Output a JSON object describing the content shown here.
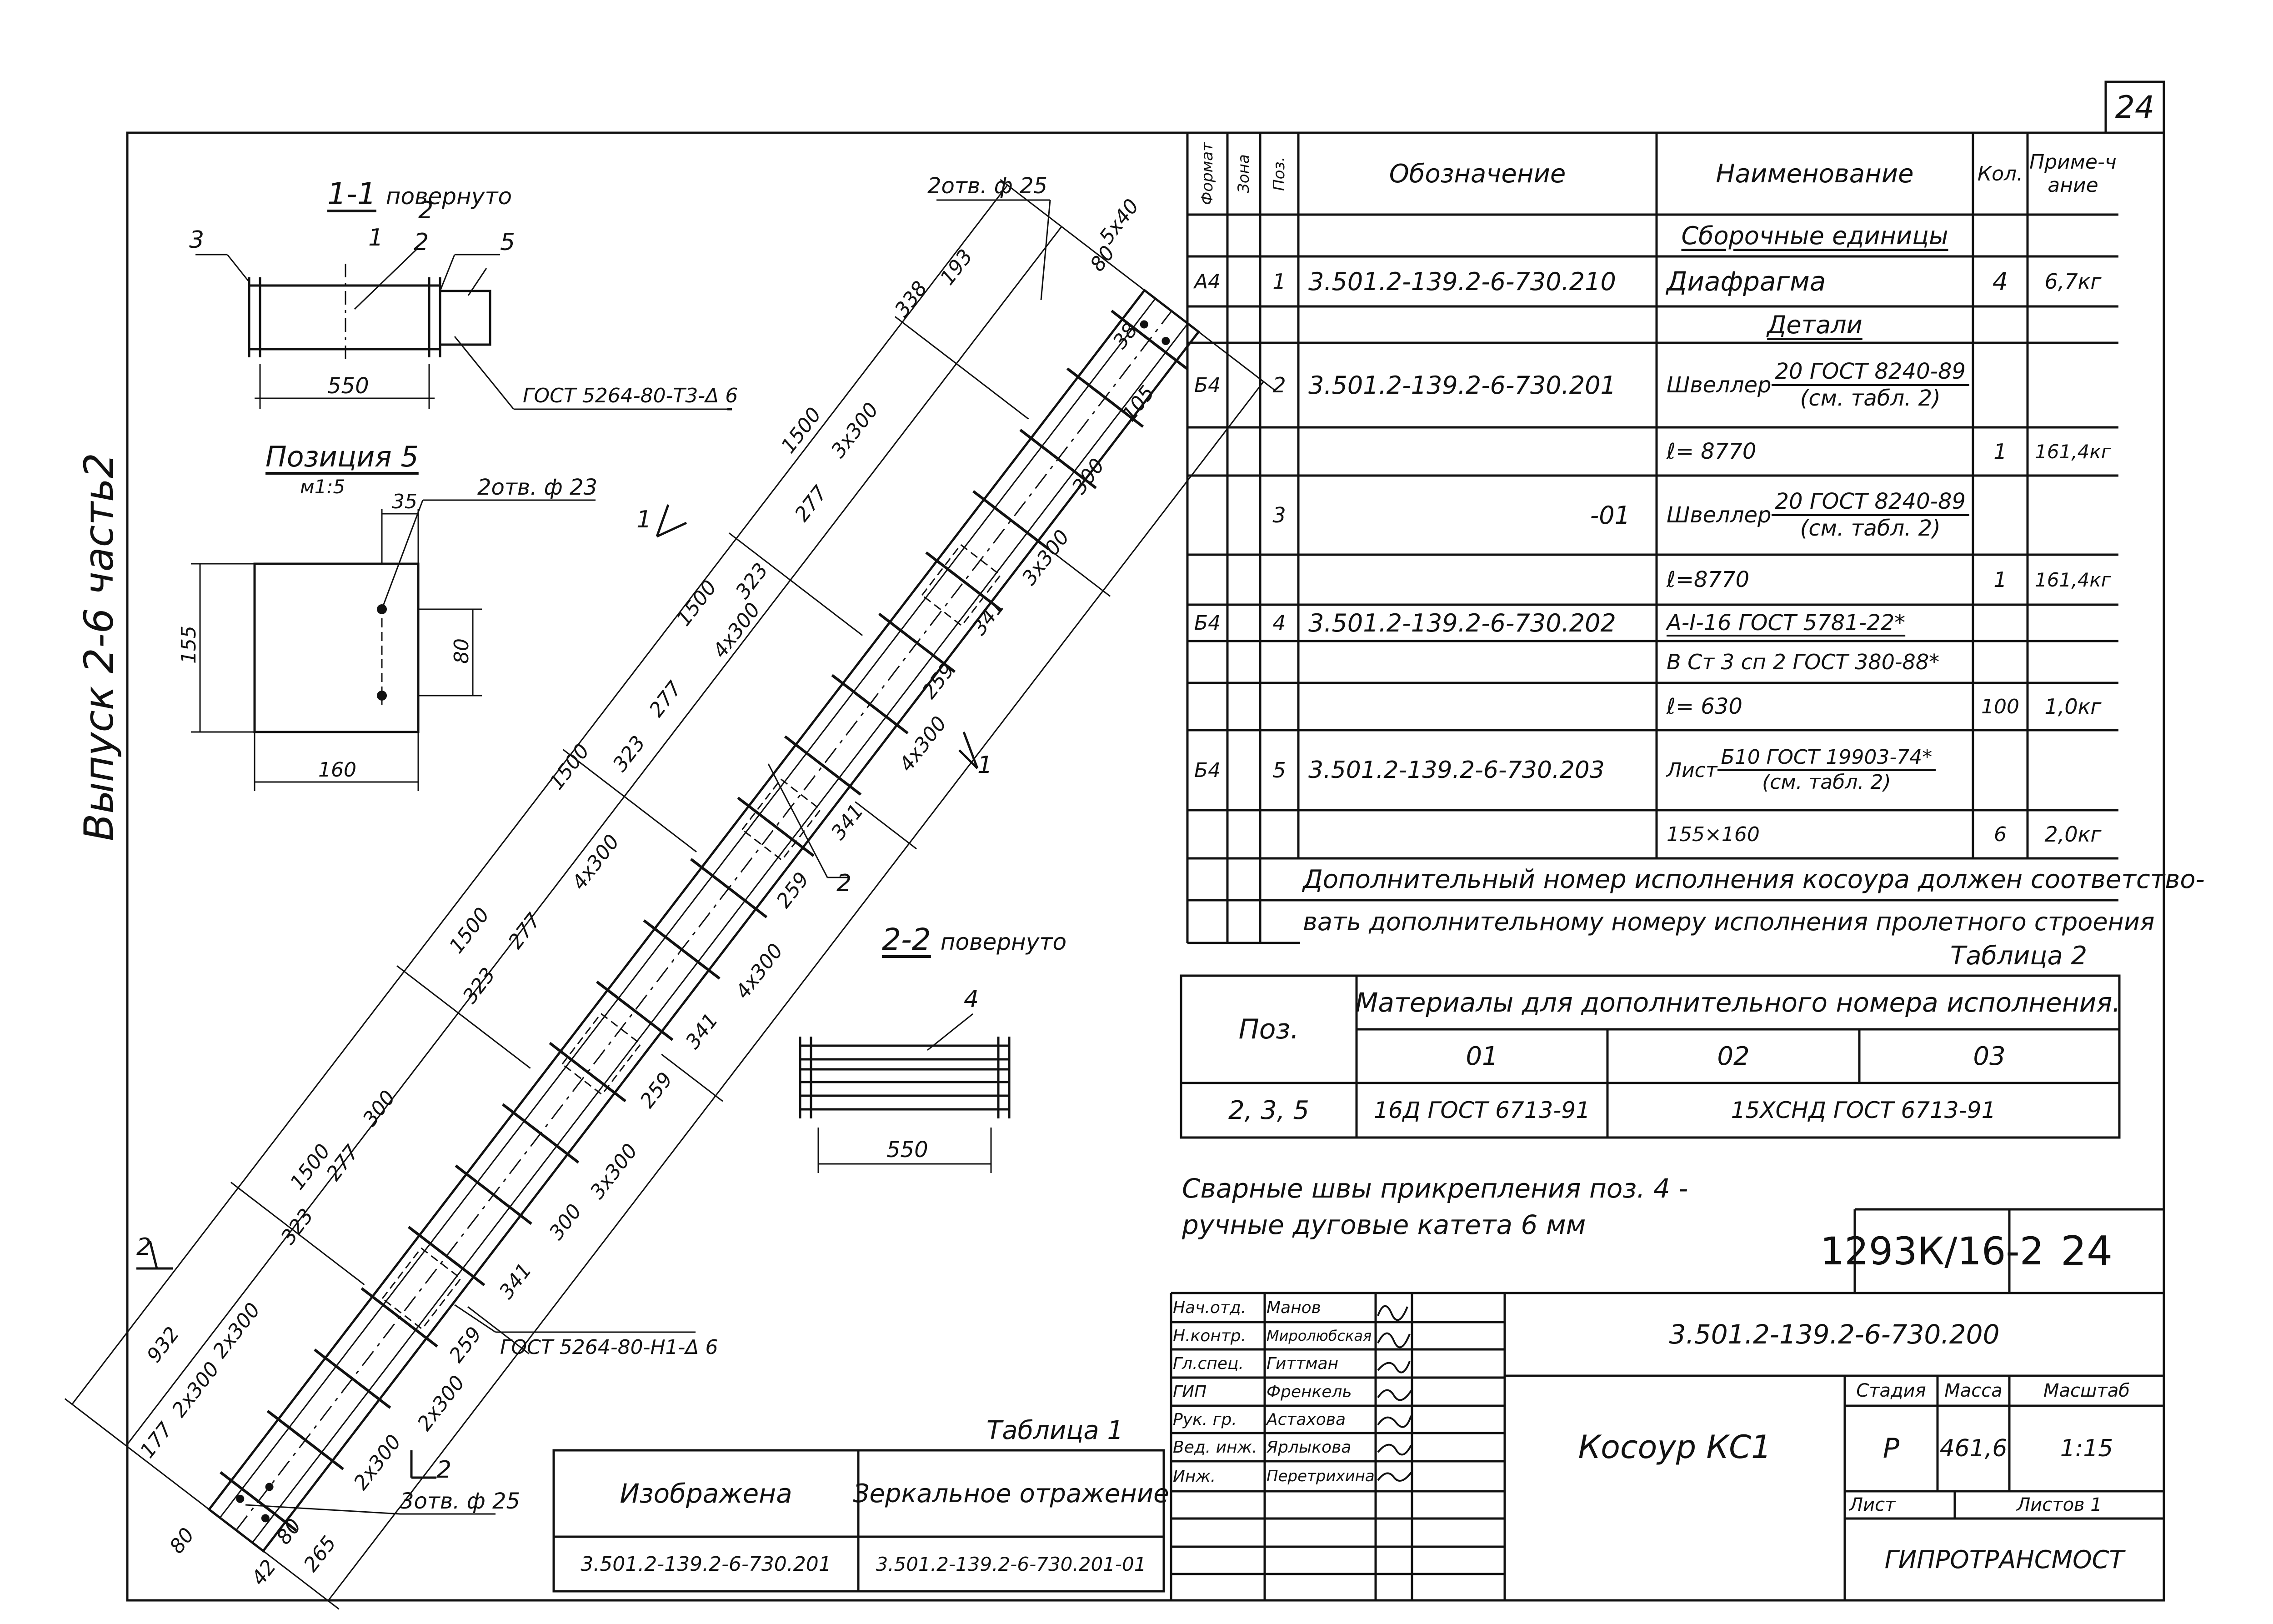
{
  "sheet_number": "24",
  "side_label": "Выпуск 2-6 часть2",
  "section_1_1": {
    "title": "1-1",
    "title_suffix": "повернуто",
    "width": "550",
    "callouts": [
      "1",
      "2",
      "3",
      "5"
    ],
    "weld_note": "ГОСТ 5264-80-Т3-Δ 6"
  },
  "position_5": {
    "title": "Позиция 5",
    "scale": "м1:5",
    "dims": [
      "35",
      "155",
      "80",
      "160"
    ],
    "holes": "2отв. ф 23"
  },
  "section_2_2": {
    "title": "2-2",
    "title_suffix": "повернуто",
    "width": "550",
    "callout": "4"
  },
  "main_view": {
    "holes_top": "2отв. ф 25",
    "holes_bottom": "3отв. ф 25",
    "weld_bottom": "ГОСТ 5264-80-Н1-Δ 6",
    "section_marks": [
      "1",
      "1",
      "2",
      "2"
    ],
    "top_dims": [
      "5х40",
      "80",
      "38",
      "105",
      "193",
      "338"
    ],
    "left_dims": [
      "1500",
      "1500",
      "1500",
      "1500",
      "1500",
      "932",
      "177"
    ],
    "left_inner": [
      "3х300",
      "323",
      "277",
      "4х300",
      "323",
      "277",
      "4х300",
      "277",
      "323",
      "300",
      "277",
      "323",
      "2х300",
      "2х300"
    ],
    "right_dims": [
      "300",
      "3х300",
      "341",
      "259",
      "4х300",
      "341",
      "259",
      "4х300",
      "341",
      "259",
      "3х300",
      "300",
      "341",
      "259",
      "2х300",
      "2х300"
    ],
    "bottom_dims": [
      "80",
      "80",
      "42",
      "265"
    ],
    "callout_2": "2"
  },
  "spec_table": {
    "headers": {
      "format": "Формат",
      "zone": "Зона",
      "pos": "Поз.",
      "designation": "Обозначение",
      "name": "Наименование",
      "qty": "Кол.",
      "note": "Приме-чание"
    },
    "rows": [
      {
        "fmt": "",
        "pos": "",
        "des": "",
        "name": "Сборочные единицы",
        "qty": "",
        "note": "",
        "heading": true
      },
      {
        "fmt": "А4",
        "pos": "1",
        "des": "3.501.2-139.2-6-730.210",
        "name": "Диафрагма",
        "qty": "4",
        "note": "6,7кг"
      },
      {
        "fmt": "",
        "pos": "",
        "des": "",
        "name": "Детали",
        "qty": "",
        "note": "",
        "heading": true
      },
      {
        "fmt": "Б4",
        "pos": "2",
        "des": "3.501.2-139.2-6-730.201",
        "name_prefix": "Швеллер",
        "name_top": "20 ГОСТ 8240-89",
        "name_bottom": "(см. табл. 2)",
        "qty": "",
        "note": ""
      },
      {
        "fmt": "",
        "pos": "",
        "des": "",
        "name": "ℓ= 8770",
        "qty": "1",
        "note": "161,4кг"
      },
      {
        "fmt": "",
        "pos": "3",
        "des": "-01",
        "name_prefix": "Швеллер",
        "name_top": "20 ГОСТ 8240-89",
        "name_bottom": "(см. табл. 2)",
        "qty": "",
        "note": ""
      },
      {
        "fmt": "",
        "pos": "",
        "des": "",
        "name": "ℓ=8770",
        "qty": "1",
        "note": "161,4кг"
      },
      {
        "fmt": "Б4",
        "pos": "4",
        "des": "3.501.2-139.2-6-730.202",
        "name": "А-I-16 ГОСТ 5781-22*",
        "qty": "",
        "note": ""
      },
      {
        "fmt": "",
        "pos": "",
        "des": "",
        "name": "В Ст 3 сп 2 ГОСТ 380-88*",
        "qty": "",
        "note": ""
      },
      {
        "fmt": "",
        "pos": "",
        "des": "",
        "name": "ℓ= 630",
        "qty": "100",
        "note": "1,0кг"
      },
      {
        "fmt": "Б4",
        "pos": "5",
        "des": "3.501.2-139.2-6-730.203",
        "name_prefix": "Лист",
        "name_top": "Б10 ГОСТ 19903-74*",
        "name_bottom": "(см. табл. 2)",
        "qty": "",
        "note": ""
      },
      {
        "fmt": "",
        "pos": "",
        "des": "",
        "name": "155×160",
        "qty": "6",
        "note": "2,0кг"
      }
    ],
    "footnote_1": "Дополнительный номер исполнения косоура должен соответство-",
    "footnote_2": "вать дополнительному номеру исполнения пролетного строения"
  },
  "table2": {
    "label": "Таблица 2",
    "pos_header": "Поз.",
    "group_header": "Материалы для дополнительного номера исполнения.",
    "cols": [
      "01",
      "02",
      "03"
    ],
    "row_pos": "2, 3, 5",
    "row_01": "16Д ГОСТ 6713-91",
    "row_0203": "15ХСНД ГОСТ 6713-91"
  },
  "weld_note": {
    "line1": "Сварные швы прикрепления поз. 4 -",
    "line2": "ручные дуговые катета 6 мм"
  },
  "table1": {
    "label": "Таблица 1",
    "headers": [
      "Изображена",
      "Зеркальное отражение"
    ],
    "row": [
      "3.501.2-139.2-6-730.201",
      "3.501.2-139.2-6-730.201-01"
    ]
  },
  "title_block": {
    "code": "1293К/16-2",
    "sheet": "24",
    "designation": "3.501.2-139.2-6-730.200",
    "title": "Косоур КС1",
    "stage_label": "Стадия",
    "mass_label": "Масса",
    "scale_label": "Масштаб",
    "stage": "Р",
    "mass": "461,6",
    "scale": "1:15",
    "sheet_label": "Лист",
    "sheets_label": "Листов 1",
    "org": "ГИПРОТРАНСМОСТ",
    "people": [
      {
        "role": "Нач.отд.",
        "name": "Манов"
      },
      {
        "role": "Н.контр.",
        "name": "Миролюбская"
      },
      {
        "role": "Гл.спец.",
        "name": "Гиттман"
      },
      {
        "role": "ГИП",
        "name": "Френкель"
      },
      {
        "role": "Рук. гр.",
        "name": "Астахова"
      },
      {
        "role": "Вед. инж.",
        "name": "Ярлыкова"
      },
      {
        "role": "Инж.",
        "name": "Перетрихина"
      }
    ]
  }
}
